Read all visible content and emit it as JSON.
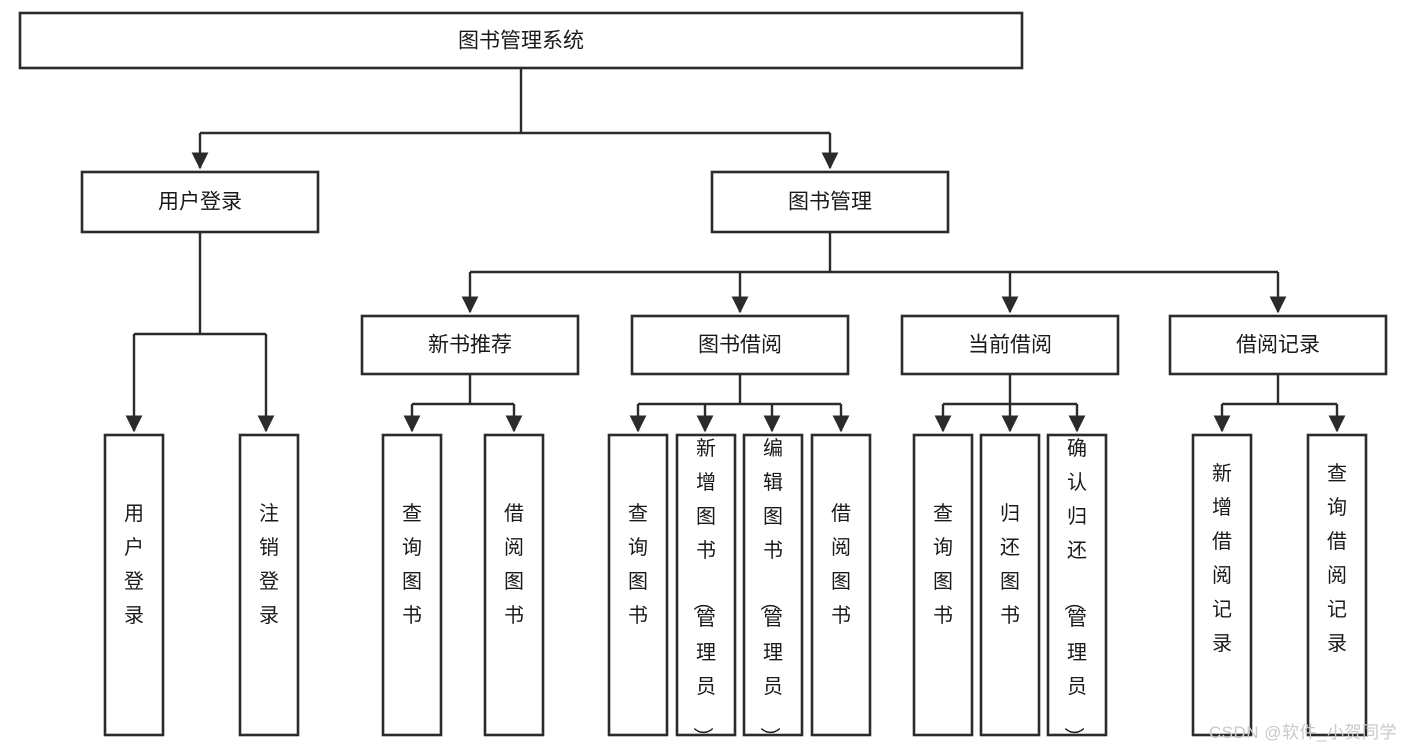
{
  "diagram": {
    "type": "tree",
    "title": "图书管理系统",
    "watermark": "CSDN @软件_小贺同学",
    "colors": {
      "box_stroke": "#2b2b2b",
      "box_fill": "#ffffff",
      "text": "#1a1a1a",
      "background": "#ffffff",
      "watermark": "#c9c9c9"
    },
    "levels": {
      "root": {
        "label": "图书管理系统"
      },
      "level2": [
        {
          "label": "用户登录"
        },
        {
          "label": "图书管理"
        }
      ],
      "level3": [
        {
          "label": "新书推荐"
        },
        {
          "label": "图书借阅"
        },
        {
          "label": "当前借阅"
        },
        {
          "label": "借阅记录"
        }
      ],
      "leaves": {
        "user_login": [
          {
            "label": "用户登录"
          },
          {
            "label": "注销登录"
          }
        ],
        "new_book_recommend": [
          {
            "label": "查询图书"
          },
          {
            "label": "借阅图书"
          }
        ],
        "book_borrow": [
          {
            "label": "查询图书"
          },
          {
            "label": "新增图书（管理员）"
          },
          {
            "label": "编辑图书（管理员）"
          },
          {
            "label": "借阅图书"
          }
        ],
        "current_borrow": [
          {
            "label": "查询图书"
          },
          {
            "label": "归还图书"
          },
          {
            "label": "确认归还（管理员）"
          }
        ],
        "borrow_record": [
          {
            "label": "新增借阅记录"
          },
          {
            "label": "查询借阅记录"
          }
        ]
      }
    }
  }
}
